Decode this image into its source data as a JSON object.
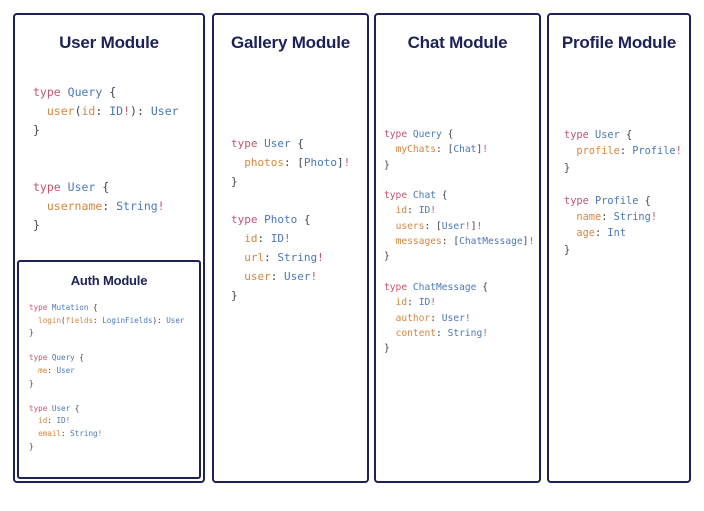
{
  "background": "#ffffff",
  "theme": {
    "border_color": "#1c2157",
    "title_color": "#1c2157",
    "keyword_color": "#c2566e",
    "type_color": "#4a78b8",
    "field_color": "#d8853f",
    "punctuation_color": "#3f4352"
  },
  "modules": [
    {
      "id": "user",
      "title": "User Module",
      "code": "type Query {\n  user(id: ID!): User\n}\n\n\ntype User {\n  username: String!\n}",
      "nested": {
        "id": "auth",
        "title": "Auth Module",
        "code": "type Mutation {\n  login(fields: LoginFields): User\n}\n\ntype Query {\n  me: User\n}\n\ntype User {\n  id: ID!\n  email: String!\n}"
      }
    },
    {
      "id": "gallery",
      "title": "Gallery Module",
      "code": "type User {\n  photos: [Photo]!\n}\n\ntype Photo {\n  id: ID!\n  url: String!\n  user: User!\n}"
    },
    {
      "id": "chat",
      "title": "Chat Module",
      "code": "type Query {\n  myChats: [Chat]!\n}\n\ntype Chat {\n  id: ID!\n  users: [User!]!\n  messages: [ChatMessage]!\n}\n\ntype ChatMessage {\n  id: ID!\n  author: User!\n  content: String!\n}"
    },
    {
      "id": "profile",
      "title": "Profile Module",
      "code": "type User {\n  profile: Profile!\n}\n\ntype Profile {\n  name: String!\n  age: Int\n}"
    }
  ]
}
